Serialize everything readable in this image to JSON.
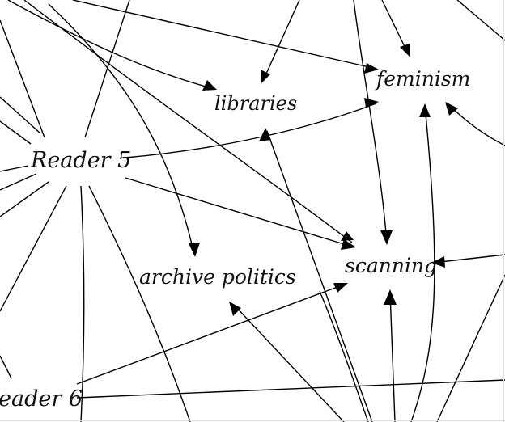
{
  "diagram": {
    "nodes": [
      {
        "id": "reader5",
        "label": "Reader 5"
      },
      {
        "id": "reader6",
        "label": "eader 6"
      },
      {
        "id": "libraries",
        "label": "libraries"
      },
      {
        "id": "feminism",
        "label": "feminism"
      },
      {
        "id": "archive_politics",
        "label": "archive politics"
      },
      {
        "id": "scanning",
        "label": "scanning"
      }
    ],
    "edges": [
      {
        "from": "reader5",
        "to": "feminism"
      },
      {
        "from": "reader5",
        "to": "scanning"
      },
      {
        "from": "reader6",
        "to": "scanning"
      }
    ],
    "colors": {
      "line": "#000000",
      "text": "#111111",
      "background": "#ffffff"
    }
  }
}
